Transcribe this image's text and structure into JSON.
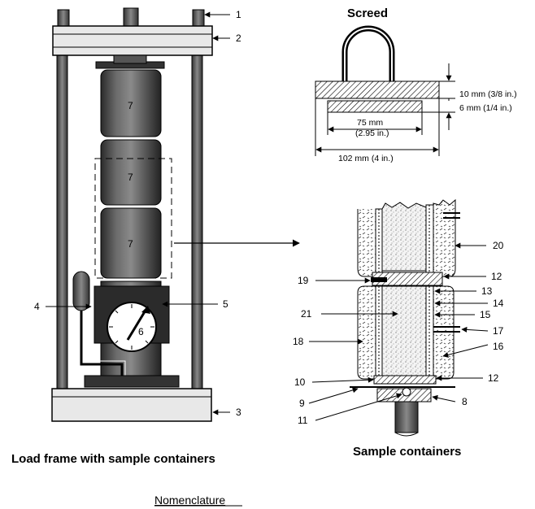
{
  "titles": {
    "screed": "Screed",
    "load_frame": "Load frame with sample containers",
    "sample_containers": "Sample containers",
    "nomenclature": "Nomenclature"
  },
  "callouts": {
    "n1": "1",
    "n2": "2",
    "n3": "3",
    "n4": "4",
    "n5": "5",
    "n6": "6",
    "n7a": "7",
    "n7b": "7",
    "n7c": "7",
    "n8": "8",
    "n9": "9",
    "n10": "10",
    "n11": "11",
    "n12a": "12",
    "n12b": "12",
    "n13": "13",
    "n14": "14",
    "n15": "15",
    "n16": "16",
    "n17": "17",
    "n18": "18",
    "n19": "19",
    "n20": "20",
    "n21": "21"
  },
  "dimensions": {
    "top_thickness": "10 mm (3/8 in.)",
    "plate_thickness": "6 mm (1/4 in.)",
    "inner_width_mm": "75 mm",
    "inner_width_in": "(2.95 in.)",
    "outer_width": "102 mm (4 in.)"
  }
}
